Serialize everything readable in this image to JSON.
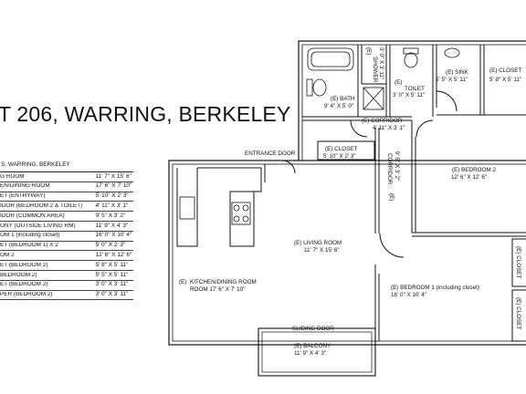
{
  "title": "T 206, WARRING, BERKELEY",
  "table": {
    "header": "S, WARRING, BERKELEY",
    "rows": [
      {
        "name": "G ROOM",
        "dims": "11' 7\" X 15' 6\""
      },
      {
        "name": "EN/DINING ROOM",
        "dims": "17' 6\" X 7' 10\""
      },
      {
        "name": "ET (ENTRYWAY)",
        "dims": "5' 10\" X 2' 3\""
      },
      {
        "name": "IDOR (BEDROOM 2 & TOILET)",
        "dims": "4' 11\" X 3' 1\""
      },
      {
        "name": "IDOR (COMMON AREA)",
        "dims": "9' 5\" X 3' 2\""
      },
      {
        "name": "ONY (OUTSIDE LIVING RM)",
        "dims": "11' 9\" X 4' 3\""
      },
      {
        "name": "OM 1 (including closet)",
        "dims": "16' 0\" X 10' 4\""
      },
      {
        "name": "ET (BEDROOM 1) X 2",
        "dims": "5' 0\" X 2' 3\""
      },
      {
        "name": "OM 2",
        "dims": "12' 6\" X 12' 6\""
      },
      {
        "name": "ET (BEDROOM 2)",
        "dims": "5' 8\" X 5' 11\""
      },
      {
        "name": "BEDROOM 2)",
        "dims": "5' 5\" X 5' 11\""
      },
      {
        "name": "ET (BEDROOM 2)",
        "dims": "3' 0\" X 3' 11\""
      },
      {
        "name": "PER (BEDROOM 2)",
        "dims": "3' 0\" X 3' 11\""
      }
    ]
  },
  "plan": {
    "shower": [
      "(E)",
      "SHOWER",
      "3' 0\" X 3' 11\""
    ],
    "toilet": [
      "(E)",
      "TOILET",
      "3' 0\" X 5' 11\""
    ],
    "sink": [
      "(E) SINK",
      "5' 5\" X 5' 11\""
    ],
    "closet_top": [
      "(E) CLOSET",
      "5' 8\" X 5' 11\""
    ],
    "bath": [
      "(E) BATH",
      "9' 4\" X 5' 0\""
    ],
    "corridor_top": [
      "(E) CORRIDOR",
      "4' 11\" X 3' 1\""
    ],
    "entrance_door": "ENTRANCE DOOR",
    "closet_entry": [
      "(E) CLOSET",
      "5' 10\" X 2' 3\""
    ],
    "corridor_vert": [
      "CORRIDOR",
      "9' 5\" X 3' 2\"",
      "(E)"
    ],
    "bedroom2": [
      "(E) BEDROOM 2",
      "12' 6\" X 12' 6\""
    ],
    "living": [
      "(E) LIVING ROOM",
      "11' 7\" X 15' 6\""
    ],
    "kitchen": [
      "(E)",
      "KITCHEN/DINING ROOM",
      "ROOM 17' 6\" X 7' 10\""
    ],
    "bedroom1": [
      "(E) BEDROOM 1 (including closet)",
      "16' 0\" X 10' 4\""
    ],
    "closet_b1a": "(E) CLOSET",
    "closet_b1b": "(E) CLOSET",
    "sliding_door": "SLIDING DOOR",
    "balcony": [
      "(E) BALCONY",
      "11' 9\" X 4' 3\""
    ]
  }
}
